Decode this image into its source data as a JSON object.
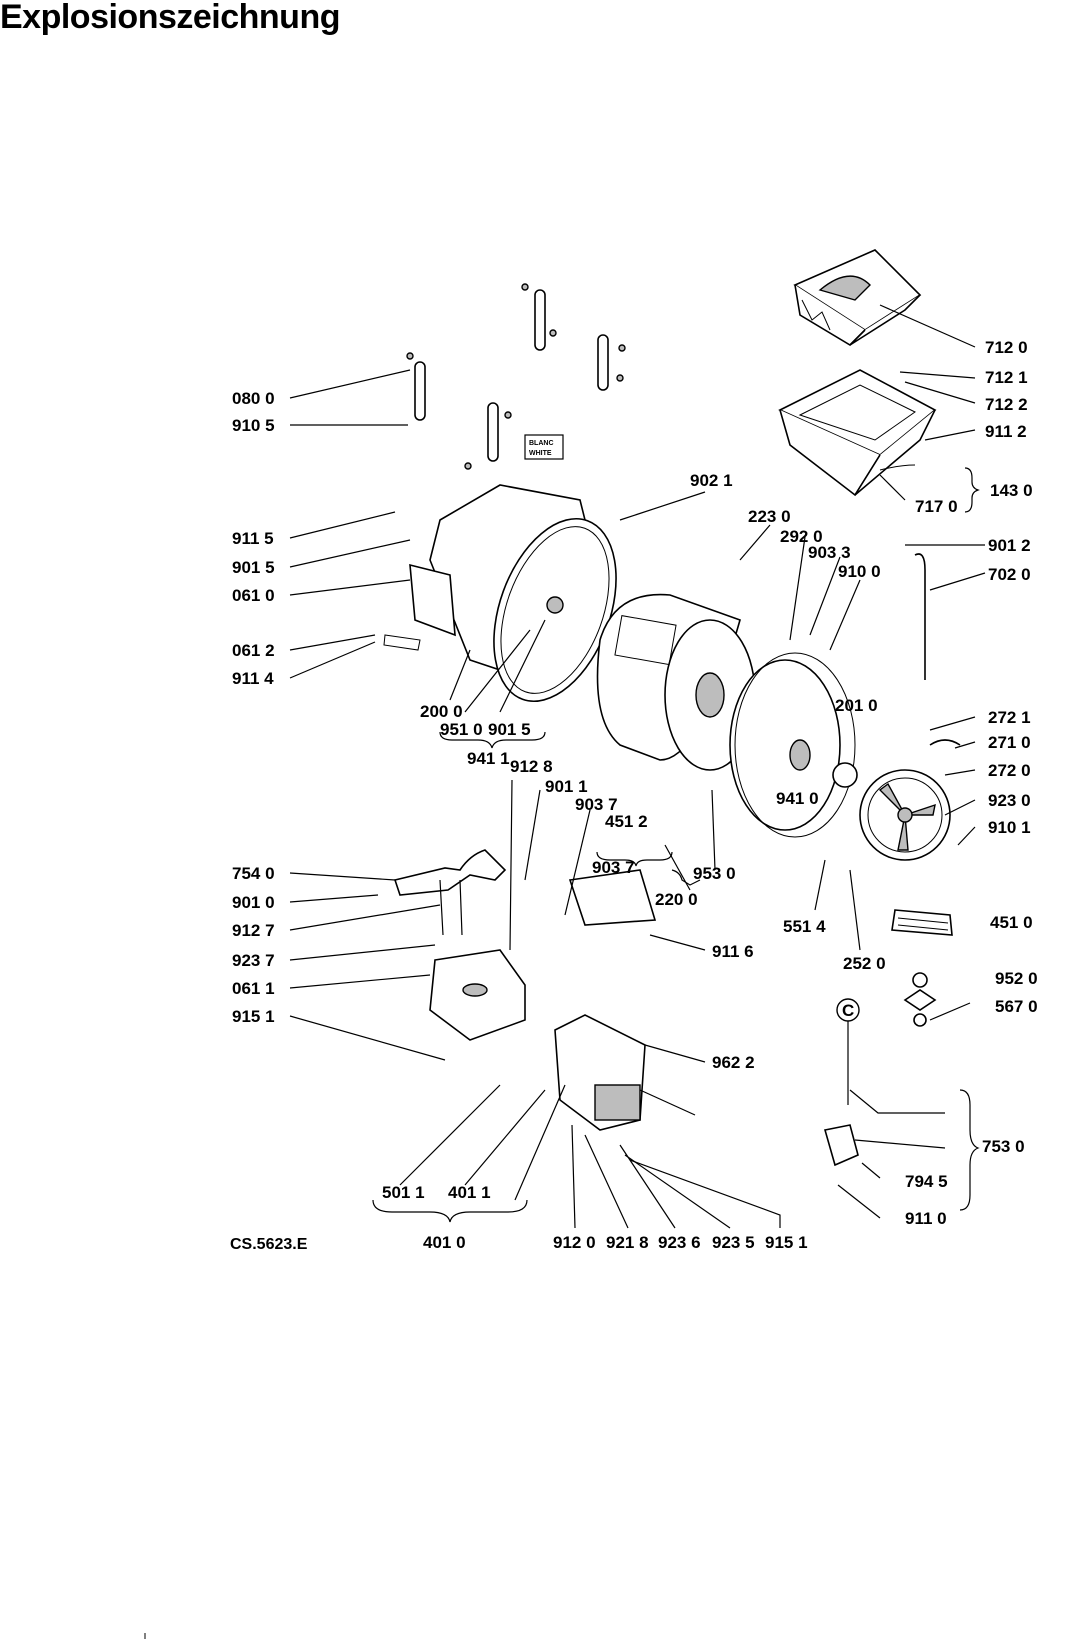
{
  "title": "Explosionszeichnung",
  "drawing_code": "CS.5623.E",
  "tag_labels": [
    "BLANC",
    "WHITE"
  ],
  "circle_marker": "C",
  "labels": [
    "712 0",
    "712 1",
    "712 2",
    "911 2",
    "143 0",
    "717 0",
    "080 0",
    "910 5",
    "902 1",
    "223 0",
    "292 0",
    "903 3",
    "910 0",
    "901 2",
    "702 0",
    "911 5",
    "901 5",
    "061 0",
    "061 2",
    "911 4",
    "200 0",
    "951 0",
    "901 5",
    "941 1",
    "912 8",
    "901 1",
    "903 7",
    "451 2",
    "903 7",
    "201 0",
    "272 1",
    "271 0",
    "272 0",
    "941 0",
    "923 0",
    "910 1",
    "754 0",
    "901 0",
    "912 7",
    "923 7",
    "061 1",
    "915 1",
    "953 0",
    "220 0",
    "911 6",
    "551 4",
    "252 0",
    "451 0",
    "952 0",
    "567 0",
    "962 2",
    "753 0",
    "794 5",
    "911 0",
    "501 1",
    "401 1",
    "401 0",
    "912 0",
    "921 8",
    "923 6",
    "923 5",
    "915 1"
  ]
}
